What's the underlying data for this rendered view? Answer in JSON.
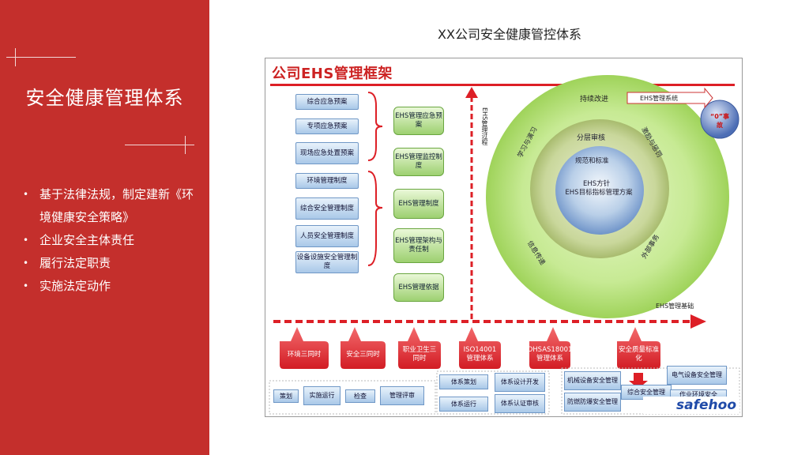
{
  "sidebar": {
    "title": "安全健康管理体系",
    "bullets": [
      "基于法律法规，制定建新《环境健康安全策略》",
      "企业安全主体责任",
      "履行法定职责",
      "实施法定动作"
    ],
    "bullet_glyph": "•"
  },
  "main_title": "XX公司安全健康管控体系",
  "figure": {
    "title": "公司EHS管理框架",
    "left_blue": [
      "综合应急预案",
      "专项应急预案",
      "现场应急处置预案",
      "环境管理制度",
      "综合安全管理制度",
      "人员安全管理制度",
      "设备设施安全管理制度"
    ],
    "green": [
      "EHS管理应急预案",
      "EHS管理监控制度",
      "EHS管理制度",
      "EHS管理架构与责任制",
      "EHS管理依据"
    ],
    "vertical_label": "EHS管理过程",
    "top_label": "持续改进",
    "top_arrow_label": "EHS管理系统",
    "zero_label": "“0”事故",
    "bottom_line_label": "EHS管理基础",
    "circle": {
      "outer": [
        "学习与演习",
        "激励与惩罚",
        "信息传递",
        "外部事务"
      ],
      "middle": [
        "分层审核",
        "规范和标准"
      ],
      "inner": [
        "EHS方针",
        "EHS目标指标管理方案"
      ]
    },
    "red_items": [
      "环境三同时",
      "安全三同时",
      "职业卫生三同时",
      "ISO14001管理体系",
      "OHSAS18001管理体系",
      "安全质量标准化"
    ],
    "bottom_row1": [
      "策划",
      "实施运行",
      "检查",
      "管理评审"
    ],
    "bottom_row2": [
      "体系策划",
      "体系设计开发",
      "体系运行",
      "体系认证审核"
    ],
    "bottom_row3": [
      "机械设备安全管理",
      "防燃防爆安全管理",
      "电气设备安全管理",
      "综合安全管理",
      "作业环境安全"
    ],
    "watermark": "safehoo"
  },
  "colors": {
    "sidebar_bg": "#c42f2c",
    "accent_red": "#dd1f26",
    "green": "#9dd070",
    "blue": "#a9c8e8"
  }
}
